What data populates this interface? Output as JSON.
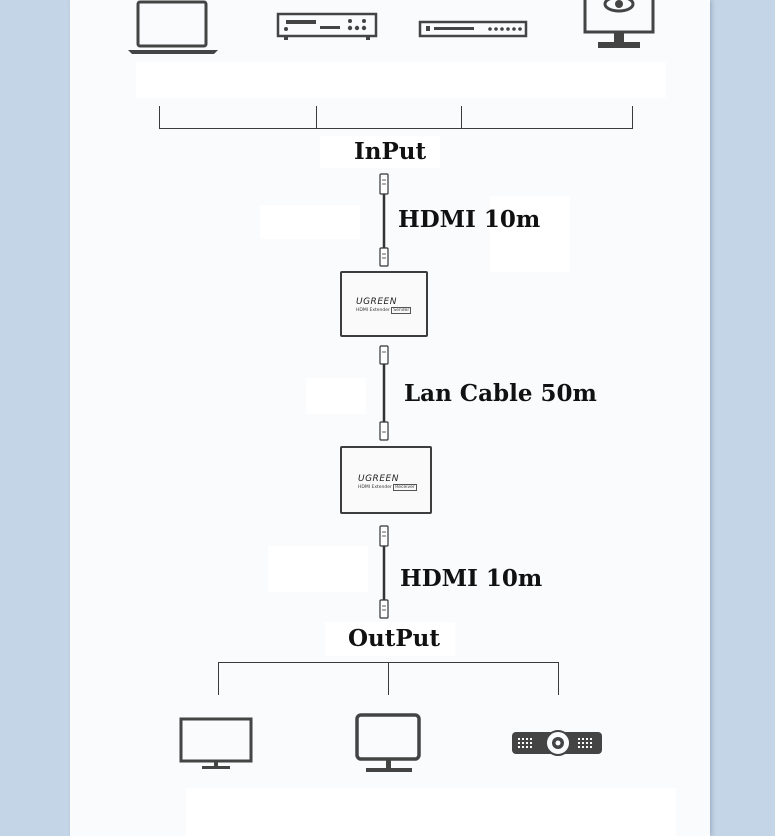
{
  "diagram": {
    "input_label": "InPut",
    "output_label": "OutPut",
    "cable_top_label": "HDMI 10m",
    "cable_middle_label": "Lan Cable 50m",
    "cable_bottom_label": "HDMI 10m",
    "transmitter": {
      "brand": "UGREEN",
      "model": "HDMI Extender",
      "role": "Sender"
    },
    "receiver": {
      "brand": "UGREEN",
      "model": "HDMI Extender",
      "role": "Receiver"
    },
    "input_devices": [
      "laptop-icon",
      "dvd-player-icon",
      "set-top-box-icon",
      "monitor-camera-icon"
    ],
    "output_devices": [
      "tv-icon",
      "monitor-icon",
      "projector-icon"
    ]
  }
}
